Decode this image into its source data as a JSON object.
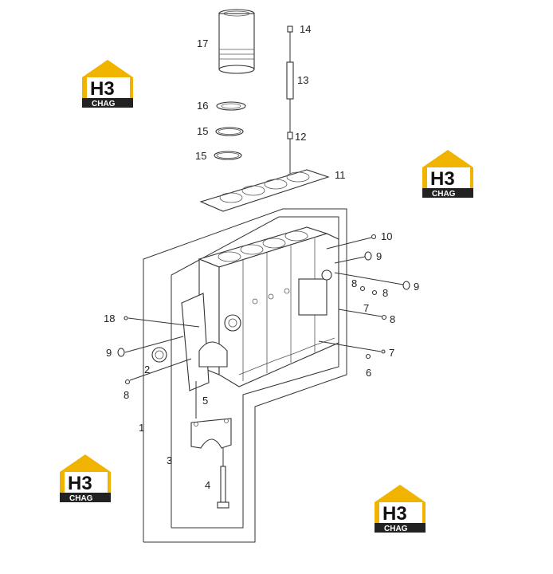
{
  "diagram": {
    "callouts": [
      "17",
      "14",
      "13",
      "16",
      "15",
      "15",
      "12",
      "11",
      "10",
      "9",
      "9",
      "8",
      "8",
      "7",
      "8",
      "7",
      "6",
      "18",
      "9",
      "2",
      "8",
      "5",
      "1",
      "3",
      "4"
    ]
  },
  "logo": {
    "mark_text": "H3",
    "sub_text": "CHAG",
    "colors": {
      "roof": "#f0b400",
      "text": "#111111",
      "band": "#222222",
      "band_text": "#ffffff"
    }
  }
}
